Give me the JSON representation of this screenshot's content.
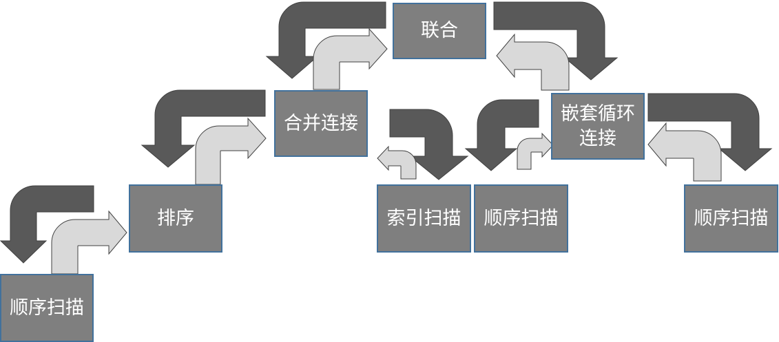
{
  "colors": {
    "node_fill": "#7f7f7f",
    "node_border": "#41719c",
    "arrow_dark": "#595959",
    "arrow_light": "#d9d9d9",
    "arrow_outline": "#404040"
  },
  "nodes": {
    "union": "联合",
    "merge_join": "合并连接",
    "nested_loop": "嵌套循环\n连接",
    "sort": "排序",
    "index_scan": "索引扫描",
    "seq_scan_1": "顺序扫描",
    "seq_scan_2": "顺序扫描",
    "seq_scan_3": "顺序扫描"
  }
}
